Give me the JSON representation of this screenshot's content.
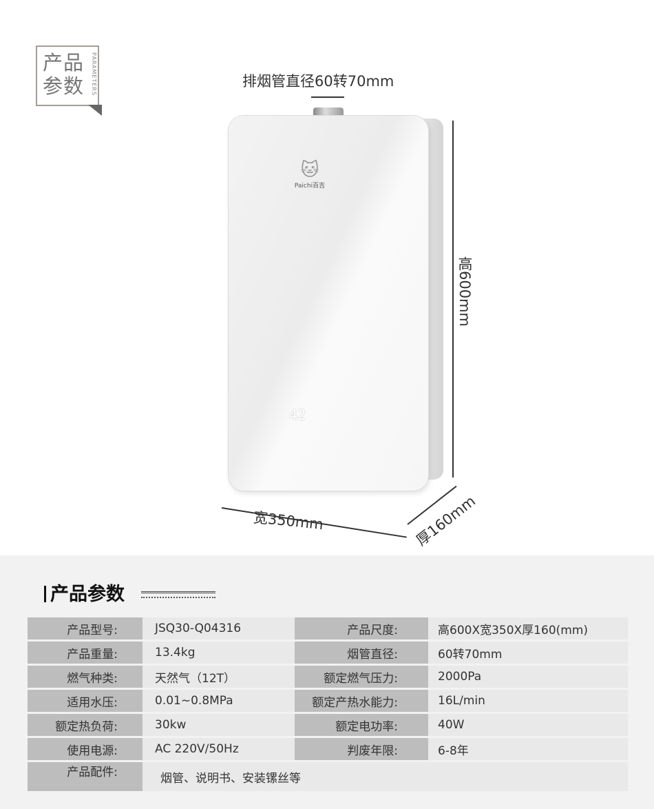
{
  "badge": {
    "cn_line1": "产品",
    "cn_line2": "参数",
    "en": "PARAMETERS"
  },
  "dimensions": {
    "flue": "排烟管直径60转70mm",
    "height": "高600mm",
    "width": "宽350mm",
    "depth": "厚160mm"
  },
  "product": {
    "brand": "Paichi百吉",
    "display_value": "42"
  },
  "spec_title": "产品参数",
  "specs": [
    {
      "label": "产品型号:",
      "value": "JSQ30-Q04316",
      "label2": "产品尺度:",
      "value2": "高600X宽350X厚160(mm)"
    },
    {
      "label": "产品重量:",
      "value": "13.4kg",
      "label2": "烟管直径:",
      "value2": "60转70mm"
    },
    {
      "label": "燃气种类:",
      "value": "天然气（12T）",
      "label2": "额定燃气压力:",
      "value2": "2000Pa"
    },
    {
      "label": "适用水压:",
      "value": "0.01~0.8MPa",
      "label2": "额定产热水能力:",
      "value2": "16L/min"
    },
    {
      "label": "额定热负荷:",
      "value": "30kw",
      "label2": "额定电功率:",
      "value2": "40W"
    },
    {
      "label": "使用电源:",
      "value": "AC 220V/50Hz",
      "label2": "判废年限:",
      "value2": "6-8年"
    }
  ],
  "accessories": {
    "label": "产品配件:",
    "value": "烟管、说明书、安装镙丝等"
  }
}
